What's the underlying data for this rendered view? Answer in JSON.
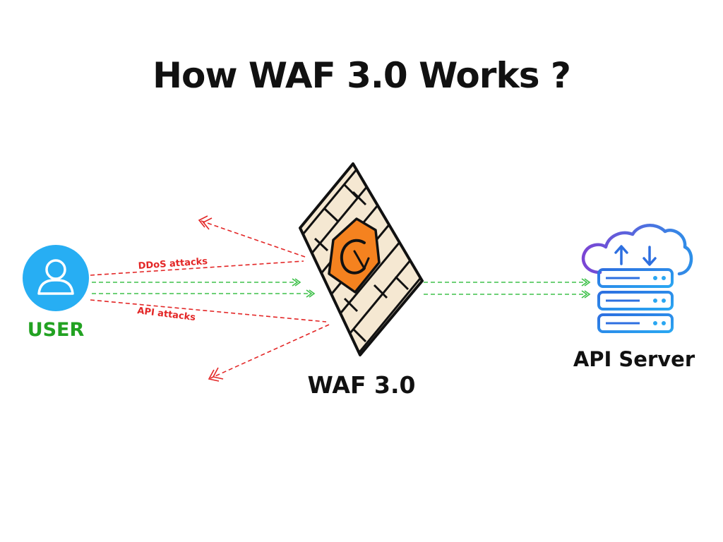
{
  "title": "How WAF 3.0 Works ?",
  "nodes": {
    "user": {
      "label": "USER",
      "icon": "user-icon",
      "color": "#22a222",
      "icon_color": "#27aef3"
    },
    "waf": {
      "label": "WAF 3.0",
      "icon": "firewall-icon",
      "shield_color": "#f5821f"
    },
    "server": {
      "label": "API Server",
      "icon": "cloud-server-icon",
      "icon_color": "#2d6fe0",
      "accent_color": "#7b45d4"
    }
  },
  "edges": {
    "ddos": {
      "label": "DDoS attacks",
      "color": "#e32626",
      "blocked": true
    },
    "api": {
      "label": "API attacks",
      "color": "#e32626",
      "blocked": true
    },
    "legit": {
      "color": "#3ec04a",
      "blocked": false
    }
  }
}
